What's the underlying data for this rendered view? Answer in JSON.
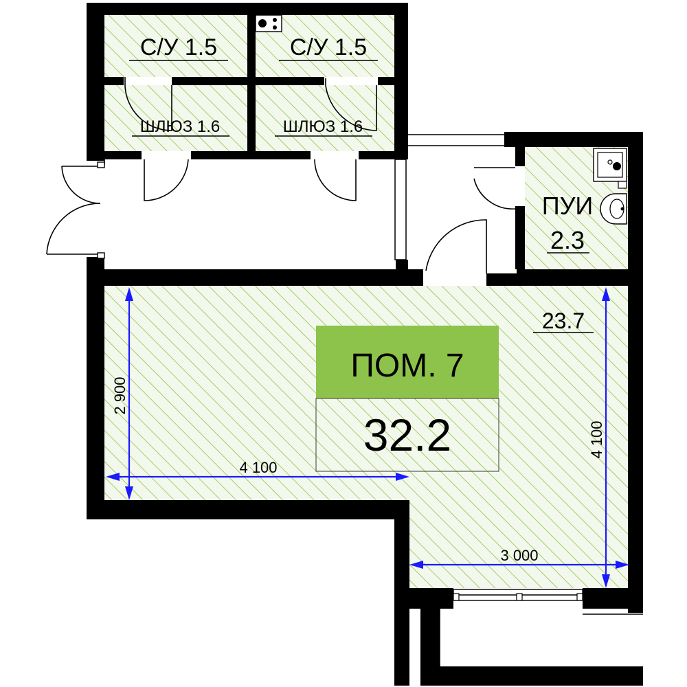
{
  "plan": {
    "colors": {
      "hatch": "#8dc34a",
      "room_fill": "#f2f8ea",
      "wall": "#000000",
      "dimension": "#1a1aff",
      "title_box": "#8dc34a"
    },
    "rooms": [
      {
        "id": "su1",
        "label": "С/У 1.5"
      },
      {
        "id": "su2",
        "label": "С/У 1.5"
      },
      {
        "id": "shluz1",
        "label": "ШЛЮЗ 1.6"
      },
      {
        "id": "shluz2",
        "label": "ШЛЮЗ 1.6"
      },
      {
        "id": "pui_name",
        "label": "ПУИ"
      },
      {
        "id": "pui_area",
        "label": "2.3"
      },
      {
        "id": "main_area",
        "label": "23.7"
      }
    ],
    "title": {
      "name": "ПОМ. 7",
      "area": "32.2"
    },
    "dimensions": {
      "left_vertical": "2 900",
      "left_horizontal": "4 100",
      "right_vertical": "4 100",
      "bottom_horizontal": "3 000"
    },
    "icons": [
      "stove-icon",
      "sink-icon",
      "stove-icon-small"
    ]
  }
}
